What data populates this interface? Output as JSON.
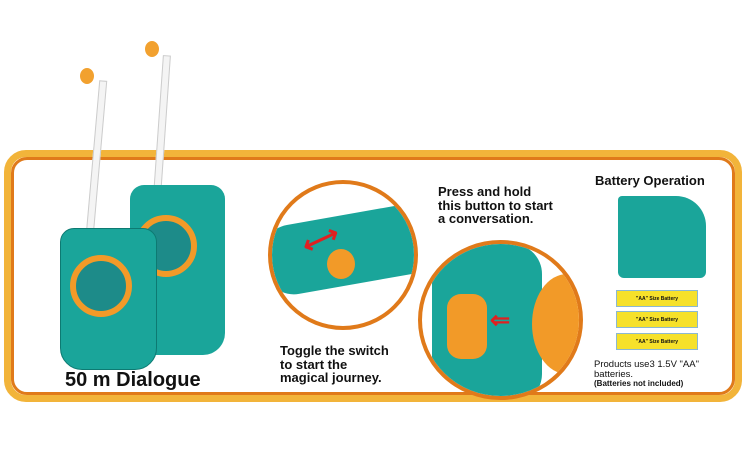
{
  "left_caption": "50 m Dialogue",
  "toggle_caption": [
    "Toggle the switch",
    "to start the",
    "magical journey."
  ],
  "press_caption": [
    "Press and hold",
    "this button to start",
    "a conversation."
  ],
  "battery": {
    "title": "Battery Operation",
    "cell_label": "\"AA\" Size Battery",
    "note1": "Products use3 1.5V \"AA\"",
    "note2": "batteries.",
    "note3": "(Batteries not included)"
  },
  "colors": {
    "teal": "#1aa59a",
    "orange": "#f29a28",
    "frame": "#f2b43a",
    "arrow": "#e02020"
  }
}
